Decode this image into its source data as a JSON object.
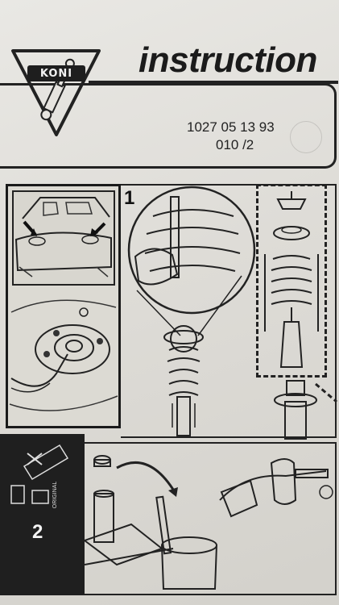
{
  "header": {
    "brand": "KONI",
    "title": "instruction",
    "part_number": "1027 05 13 93",
    "revision": "010 /2"
  },
  "steps": [
    {
      "number": "1"
    },
    {
      "number": "2"
    }
  ],
  "step2_band": {
    "label": "ORIGINAL"
  }
}
